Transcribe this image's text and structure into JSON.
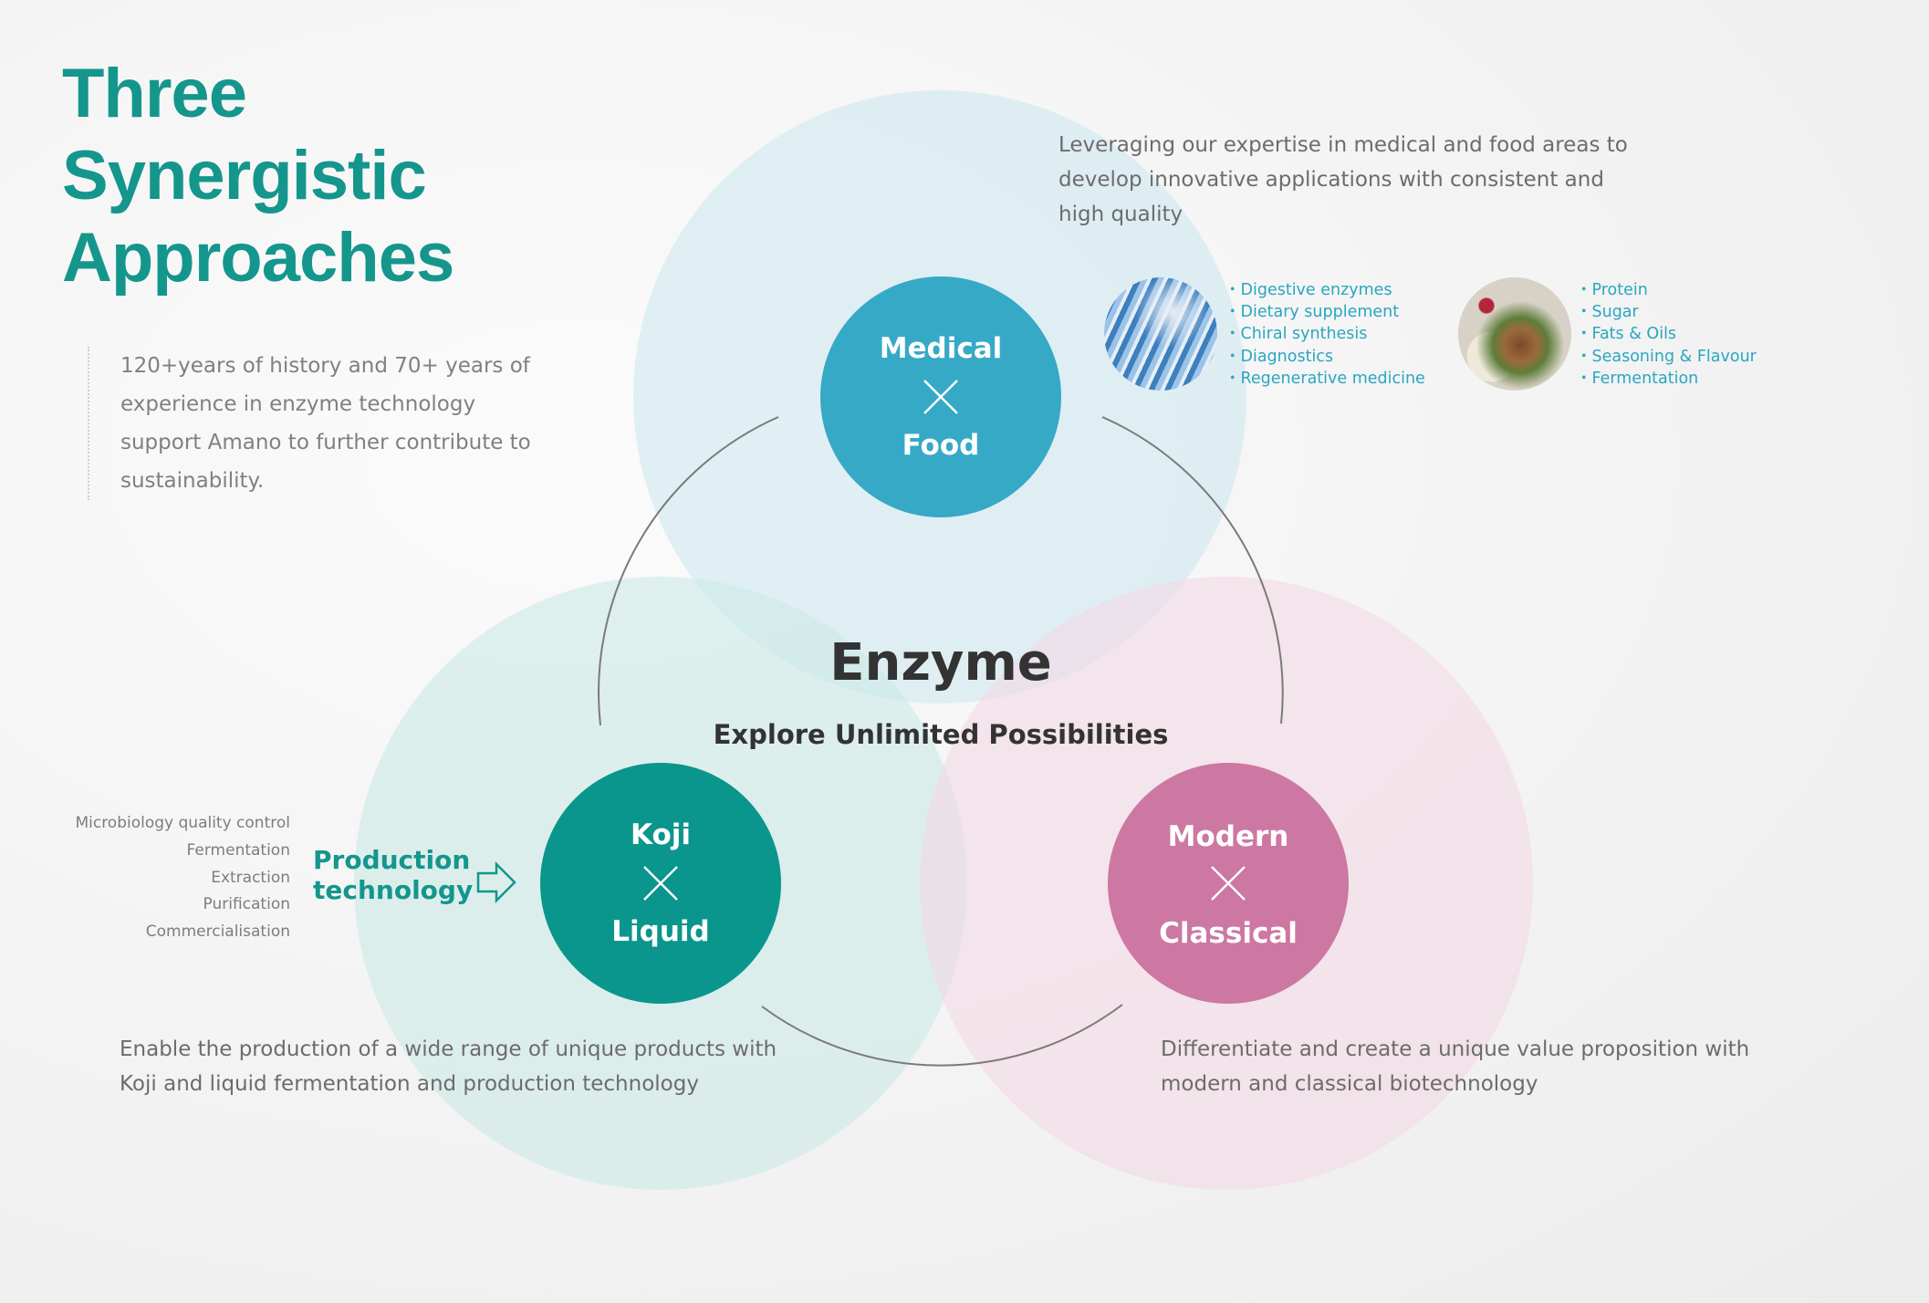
{
  "page": {
    "title": [
      "Three",
      "Synergistic",
      "Approaches"
    ],
    "intro": "120+years of history and 70+ years of experience in enzyme technology support Amano to further contribute to sustainability."
  },
  "center": {
    "title": "Enzyme",
    "subtitle": "Explore Unlimited Possibilities"
  },
  "nodes": {
    "medical_food": {
      "top": "Medical",
      "bottom": "Food",
      "color": "#36a9c6"
    },
    "koji_liquid": {
      "top": "Koji",
      "bottom": "Liquid",
      "color": "#0a968c"
    },
    "modern_classical": {
      "top": "Modern",
      "bottom": "Classical",
      "color": "#cc78a2"
    }
  },
  "descriptions": {
    "medical_food": "Leveraging our expertise in medical and food areas to develop innovative applications with consistent and high quality",
    "koji_liquid": "Enable the production of a wide range of unique products with Koji and liquid fermentation and production technology",
    "modern_classical": "Differentiate and create a unique value proposition with modern and classical biotechnology"
  },
  "medical_list": [
    "Digestive enzymes",
    "Dietary supplement",
    "Chiral synthesis",
    "Diagnostics",
    "Regenerative medicine"
  ],
  "food_list": [
    "Protein",
    "Sugar",
    "Fats & Oils",
    "Seasoning & Flavour",
    "Fermentation"
  ],
  "production": {
    "label": "Production technology",
    "items": [
      "Microbiology quality control",
      "Fermentation",
      "Extraction",
      "Purification",
      "Commercialisation"
    ]
  },
  "colors": {
    "accent": "#14968c",
    "circle_blue": "#cfe8f0",
    "circle_teal": "#cce9e6",
    "circle_pink": "#f4d9e4",
    "bullet_text": "#2aa6c0"
  }
}
